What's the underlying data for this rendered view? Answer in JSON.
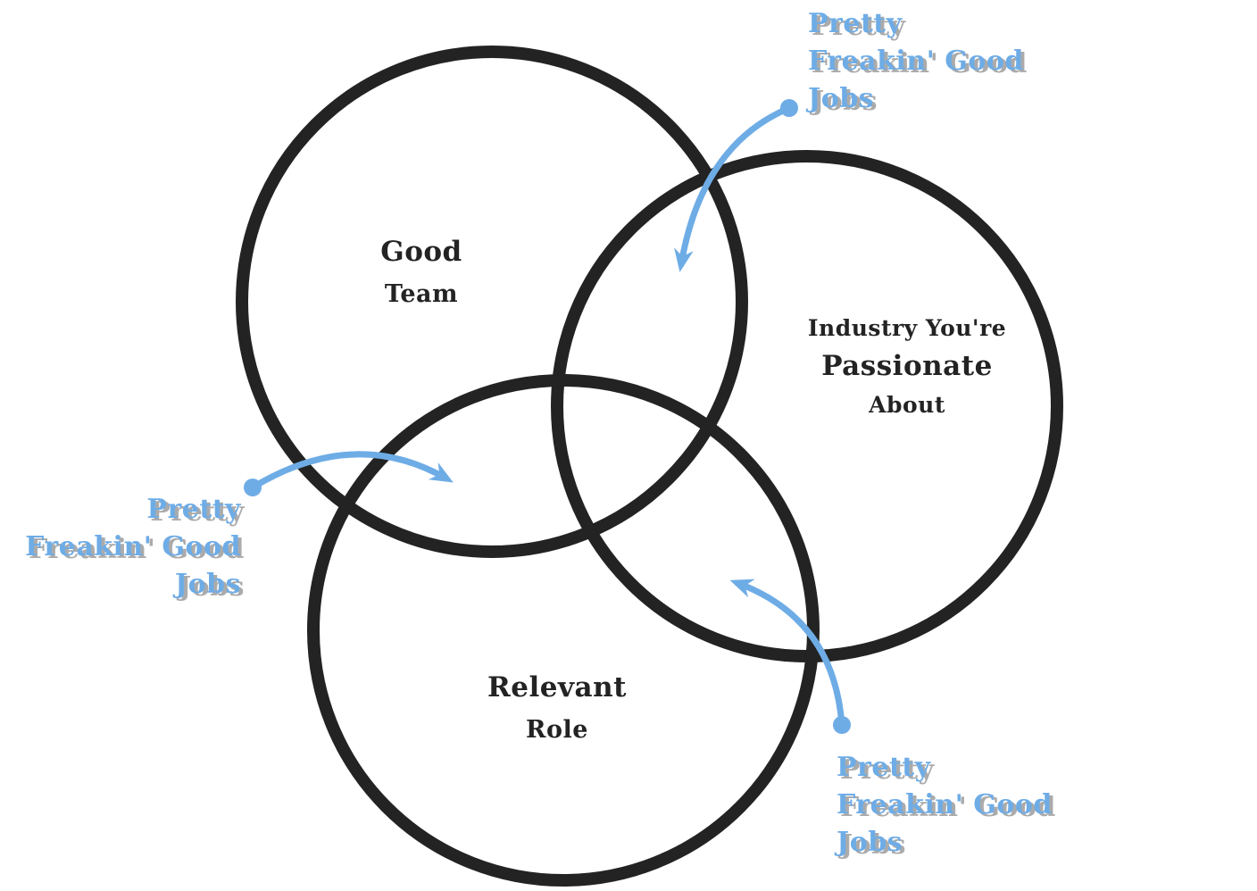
{
  "venn": {
    "background_color": "#ffffff",
    "circle_stroke_color": "#232323",
    "accent_color": "#6EACE6",
    "shadow_color": "#ABABAB",
    "circles": [
      {
        "name": "good-team",
        "lines": [
          "Good",
          "Team"
        ]
      },
      {
        "name": "industry-passionate",
        "lines": [
          "Industry You're",
          "Passionate",
          "About"
        ]
      },
      {
        "name": "relevant-role",
        "lines": [
          "Relevant",
          "Role"
        ]
      }
    ],
    "annotations": [
      {
        "name": "top",
        "lines": [
          "Pretty",
          "Freakin' Good",
          "Jobs"
        ]
      },
      {
        "name": "left",
        "lines": [
          "Pretty",
          "Freakin' Good",
          "Jobs"
        ]
      },
      {
        "name": "bottom-right",
        "lines": [
          "Pretty",
          "Freakin' Good",
          "Jobs"
        ]
      }
    ]
  }
}
